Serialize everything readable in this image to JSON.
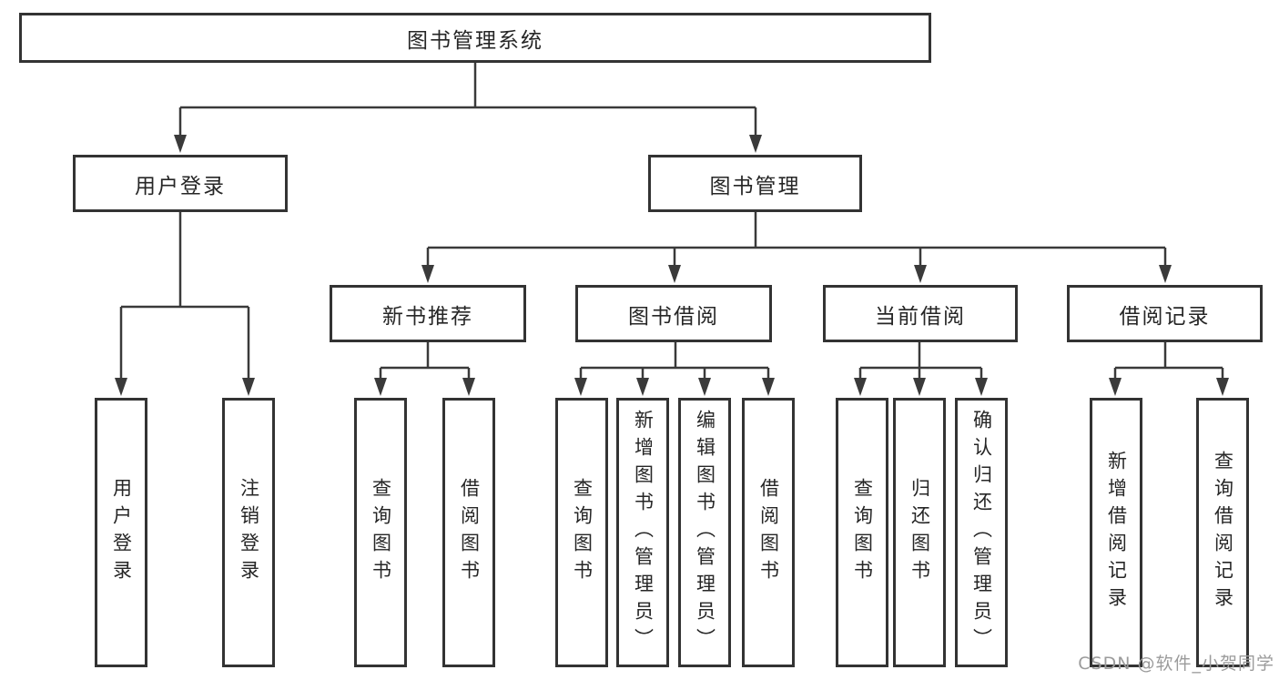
{
  "nodes": {
    "root": "图书管理系统",
    "user_login": "用户登录",
    "book_mgmt": "图书管理",
    "new_book": "新书推荐",
    "book_borrow": "图书借阅",
    "current_borrow": "当前借阅",
    "borrow_record": "借阅记录",
    "leaf_user_login": "用户登录",
    "leaf_logout": "注销登录",
    "leaf_nb_query": "查询图书",
    "leaf_nb_borrow": "借阅图书",
    "leaf_bb_query": "查询图书",
    "leaf_bb_add": "新增图书（管理员）",
    "leaf_bb_edit": "编辑图书（管理员）",
    "leaf_bb_borrow": "借阅图书",
    "leaf_cb_query": "查询图书",
    "leaf_cb_return": "归还图书",
    "leaf_cb_confirm": "确认归还（管理员）",
    "leaf_br_add": "新增借阅记录",
    "leaf_br_query": "查询借阅记录"
  },
  "watermark": {
    "text": "CSDN @软件_小贺同学"
  },
  "colors": {
    "line": "#3a3a3a",
    "border": "#333333",
    "text": "#262626",
    "watermark": "#9b9b9b",
    "background": "#ffffff"
  }
}
